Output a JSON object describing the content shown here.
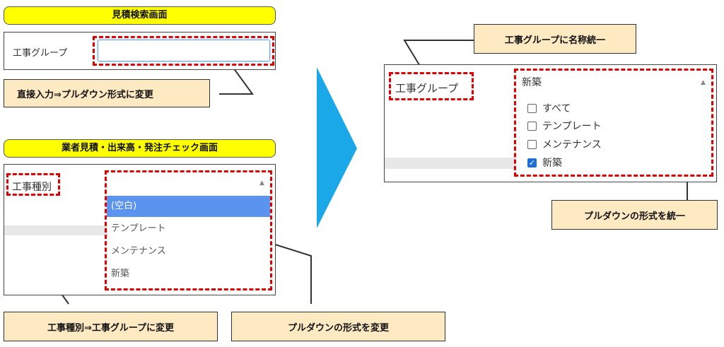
{
  "left_top": {
    "title": "見積検索画面",
    "field_label": "工事グループ",
    "input_value": "",
    "callout": "直接入力⇒プルダウン形式に変更"
  },
  "left_bottom": {
    "title": "業者見積・出来高・発注チェック画面",
    "field_label": "工事種別",
    "caret": "▲",
    "options": [
      {
        "label": "(空白)",
        "selected": true
      },
      {
        "label": "テンプレート",
        "selected": false
      },
      {
        "label": "メンテナンス",
        "selected": false
      },
      {
        "label": "新築",
        "selected": false
      }
    ],
    "callout_left": "工事種別⇒工事グループに変更",
    "callout_right": "プルダウンの形式を変更"
  },
  "right": {
    "callout_top": "工事グループに名称統一",
    "field_label": "工事グループ",
    "selected_value": "新築",
    "caret": "▲",
    "checkboxes": [
      {
        "label": "すべて",
        "checked": false
      },
      {
        "label": "テンプレート",
        "checked": false
      },
      {
        "label": "メンテナンス",
        "checked": false
      },
      {
        "label": "新築",
        "checked": true
      }
    ],
    "checkmark": "✓",
    "callout_bottom": "プルダウンの形式を統一"
  },
  "colors": {
    "title_bg": "#ffff00",
    "callout_bg": "#fde9c2",
    "dash_red": "#e00000",
    "arrow_blue": "#1aa8e8",
    "selected_option_bg": "#5a94ee",
    "checkbox_checked": "#1f6fd8"
  },
  "icons": [
    "caret-up-icon",
    "right-arrow-icon",
    "checkbox-icon"
  ]
}
